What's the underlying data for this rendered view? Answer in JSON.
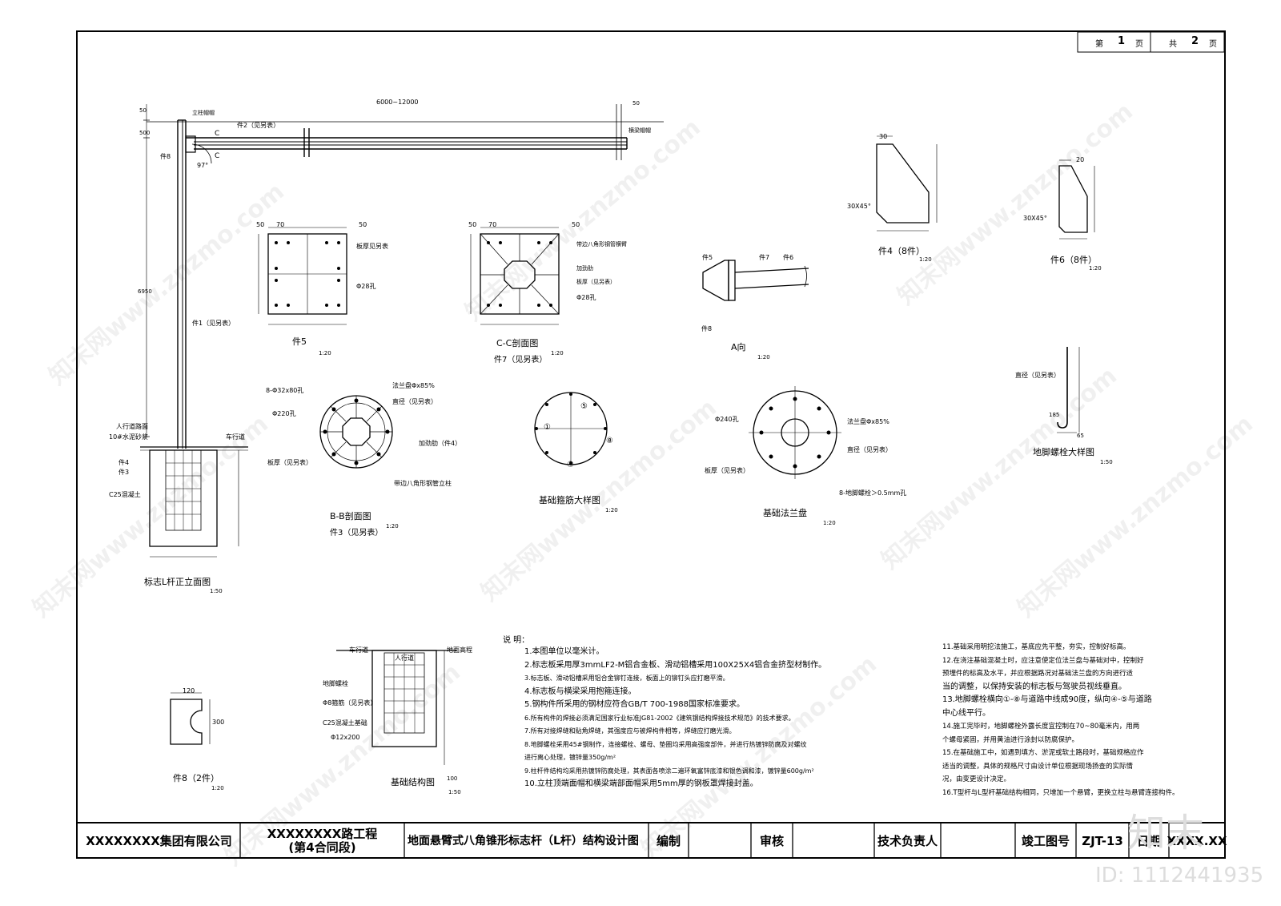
{
  "page_info": {
    "sheet_label": "第",
    "sheet_no": "1",
    "sheet_unit": "页",
    "total_label": "共",
    "total_no": "2",
    "total_unit": "页"
  },
  "title_block": {
    "company": "XXXXXXXX集团有限公司",
    "project_line1": "XXXXXXXX路工程",
    "project_line2": "(第4合同段)",
    "drawing_title": "地面悬臂式八角锥形标志杆（L杆）结构设计图",
    "compile_label": "编制",
    "review_label": "审核",
    "tech_label": "技术负责人",
    "asbuilt_label": "竣工图号",
    "drawing_no": "ZJT-13",
    "date_label": "日期",
    "date_value": "XXXX.XX"
  },
  "views": {
    "elevation": {
      "title": "标志L杆正立面图",
      "scale": "1:50"
    },
    "part5": {
      "title": "件5",
      "scale": "1:20"
    },
    "cc_section": {
      "title": "C-C剖面图",
      "sub": "件7（见另表）",
      "scale": "1:20"
    },
    "a_view": {
      "title": "A向",
      "scale": "1:20"
    },
    "part4": {
      "title": "件4（8件）",
      "scale": "1:20"
    },
    "part6": {
      "title": "件6（8件）",
      "scale": "1:20"
    },
    "bb_section": {
      "title": "B-B剖面图",
      "sub": "件3（见另表）",
      "scale": "1:20"
    },
    "rebar_detail": {
      "title": "基础箍筋大样图",
      "scale": "1:20"
    },
    "base_flange": {
      "title": "基础法兰盘",
      "scale": "1:20"
    },
    "anchor_bolt": {
      "title": "地脚螺栓大样图",
      "scale": "1:50"
    },
    "part8": {
      "title": "件8（2件）",
      "scale": "1:20"
    },
    "foundation": {
      "title": "基础结构图",
      "scale": "1:50"
    }
  },
  "labels": {
    "span": "6000~12000",
    "d50": "50",
    "d500": "500",
    "d6950": "6950",
    "d70": "70",
    "d30": "30",
    "d20": "20",
    "d120": "120",
    "d300": "300",
    "d100": "100",
    "d185": "185",
    "d65": "65",
    "cap_post": "立柱帽帽",
    "cap_beam": "横梁帽帽",
    "part2": "件2（见另表）",
    "part1": "件1（见另表）",
    "part8": "件8",
    "part4": "件4",
    "part3": "件3",
    "part5": "件5",
    "part6": "件6",
    "part7": "件7",
    "angle": "97°",
    "sec_c": "C",
    "sidewalk_surface": "人行道路面",
    "mortar": "10#水泥砂浆",
    "c25": "C25混凝土",
    "roadway": "车行道",
    "plate_thk": "板厚见另表",
    "hole28": "Φ28孔",
    "octagon_beam": "带边八角形钢管横臂",
    "stiffener": "加劲肋",
    "plate_thk2": "板厚（见另表）",
    "bolt_hole": "8-Φ32x80孔",
    "hole220": "Φ220孔",
    "flange": "法兰盘Φx85%",
    "diameter": "直径（见另表）",
    "stiffener4": "加劲肋（件4）",
    "plate_thk3": "板厚（见另表）",
    "octagon_post": "带边八角形钢管立柱",
    "hole240": "Φ240孔",
    "flange2": "法兰盘Φx85%",
    "diameter2": "直径（见另表）",
    "plate_thk4": "板厚（见另表）",
    "anchor8": "8-地脚螺栓＞0.5mm孔",
    "diameter3": "直径（见另表）",
    "chamfer": "30X45°",
    "roadway2": "车行道",
    "sidewalk": "人行道",
    "ground": "地面高程",
    "anchor": "地脚螺栓",
    "rebar8": "Φ8箍筋（见另表）",
    "c25b": "C25混凝土基础",
    "rebar12": "Φ12x200",
    "n1": "①",
    "n4": "④",
    "n5": "⑤",
    "n8": "⑧"
  },
  "notes_title": "说 明：",
  "notes_left": [
    "1.本图单位以毫米计。",
    "2.标志板采用厚3mmLF2-M铝合金板、滑动铝槽采用100X25X4铝合金挤型材制作。",
    "3.标志板、滑动铝槽采用铝合金铆钉连接，板面上的铆钉头应打磨平滑。",
    "4.标志板与横梁采用抱箍连接。",
    "5.钢构件所采用的钢材应符合GB/T 700-1988国家标准要求。",
    "6.所有构件的焊接必须满足国家行业标准JG81-2002《建筑钢结构焊接技术规范》的技术要求。",
    "7.所有对接焊缝和贴角焊缝，其强度应与被焊构件相等，焊缝应打磨光滑。",
    "8.地脚螺栓采用45#钢制作，连接螺栓、螺母、垫圈均采用高强度部件，并进行热镀锌防腐及对螺纹",
    "   进行离心处理，镀锌量350g/m²",
    "9.柱杆件结构均采用热镀锌防腐处理，其表面各喷涂二遍环氧富锌底漆和银色调和漆，镀锌量600g/m²",
    "10.立柱顶端面帽和横梁端部面帽采用5mm厚的钢板罩焊接封盖。"
  ],
  "notes_right": [
    "11.基础采用明挖法施工，基底应先平整，夯实，控制好标高。",
    "12.在浇注基础混凝土时，应注意使定位法兰盘与基础对中，控制好",
    "   预埋件的标高及水平，并应根据路况对基础法兰盘的方向进行适",
    "   当的调整，以保持安装的标志板与驾驶员视线垂直。",
    "13.地脚螺栓横向①-⑧与道路中线成90度，纵向④-⑤与道路",
    "   中心线平行。",
    "14.施工完毕时，地脚螺栓外露长度宜控制在70~80毫米内，用两",
    "   个螺母紧固，并用黄油进行涂封以防腐保护。",
    "15.在基础施工中，如遇到填方、淤泥或软土路段时，基础规格应作",
    "   适当的调整，具体的规格尺寸由设计单位根据现场扬查的实际情",
    "   况，由变更设计决定。",
    "16.T型杆与L型杆基础结构相同，只增加一个悬臂，更换立柱与悬臂连接构件。"
  ],
  "watermarks": [
    "知末网www.znzmo.com",
    "知末网www.znzmo.com",
    "知末网www.znzmo.com",
    "知末网www.znzmo.com",
    "知末网www.znzmo.com",
    "知末网www.znzmo.com",
    "知末网www.znzmo.com",
    "知末网www.znzmo.com",
    "知末网www.znzmo.com"
  ],
  "brand": {
    "logo": "知末",
    "id": "ID: 1112441935"
  }
}
